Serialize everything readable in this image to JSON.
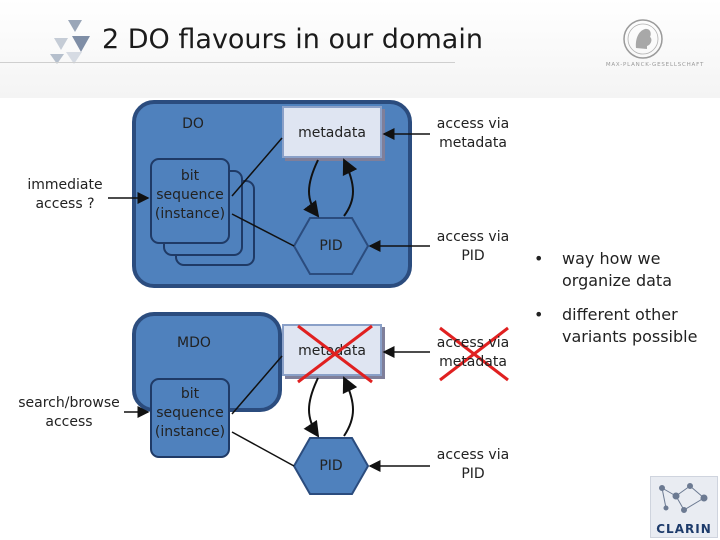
{
  "header": {
    "title": "2 DO flavours in our domain",
    "logo_text": "MAX-PLANCK-GESELLSCHAFT"
  },
  "diagram_top": {
    "container_label": "DO",
    "bitstream_label": "bit sequence (instance)",
    "metadata_label": "metadata",
    "pid_label": "PID",
    "left_label": "immediate access ?",
    "access_metadata": "access via metadata",
    "access_pid": "access via PID"
  },
  "diagram_bottom": {
    "container_label": "MDO",
    "bitstream_label": "bit sequence (instance)",
    "metadata_label": "metadata",
    "pid_label": "PID",
    "left_label": "search/browse access",
    "access_metadata": "access via metadata",
    "access_pid": "access via PID"
  },
  "bullets": [
    "way how we organize data",
    "different other variants possible"
  ],
  "footer": {
    "clarin_label": "CLARIN"
  },
  "colors": {
    "box_fill": "#4f81bd",
    "box_border": "#2b4c7e",
    "metadata_fill": "#dfe5f2",
    "pid_fill": "#4f81bd",
    "cross": "#e02020"
  }
}
